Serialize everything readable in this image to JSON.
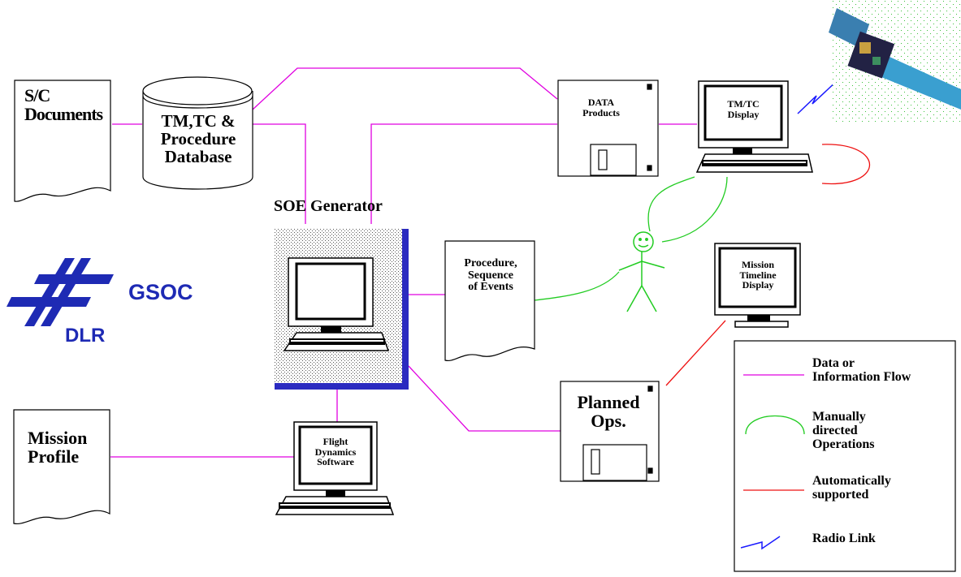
{
  "documents": {
    "sc_documents": "S/C\nDocuments",
    "mission_profile": "Mission\nProfile",
    "procedure_soe": "Procedure,\nSequence\nof Events"
  },
  "database": {
    "label": "TM,TC &\nProcedure\nDatabase"
  },
  "soe_generator": {
    "title": "SOE Generator"
  },
  "data_products": {
    "label": "DATA\nProducts"
  },
  "planned_ops": {
    "label": "Planned\nOps."
  },
  "terminals": {
    "tmtc": "TM/TC\nDisplay",
    "mission_timeline": "Mission\nTimeline\nDisplay",
    "flight_dynamics": "Flight\nDynamics\nSoftware"
  },
  "logo": {
    "gsoc": "GSOC",
    "dlr": "DLR"
  },
  "legend": {
    "items": [
      {
        "label": "Data or\nInformation Flow",
        "color": "#e000e0",
        "kind": "line"
      },
      {
        "label": "Manually\ndirected\nOperations",
        "color": "#22cc22",
        "kind": "arc"
      },
      {
        "label": "Automatically\nsupported",
        "color": "#ee1111",
        "kind": "line"
      },
      {
        "label": "Radio Link",
        "color": "#1a1aff",
        "kind": "zigzag"
      }
    ]
  },
  "colors": {
    "flow": "#e000e0",
    "manual": "#22cc22",
    "auto": "#ee1111",
    "radio": "#1a1aff",
    "dlr_blue": "#1e2ab4"
  }
}
